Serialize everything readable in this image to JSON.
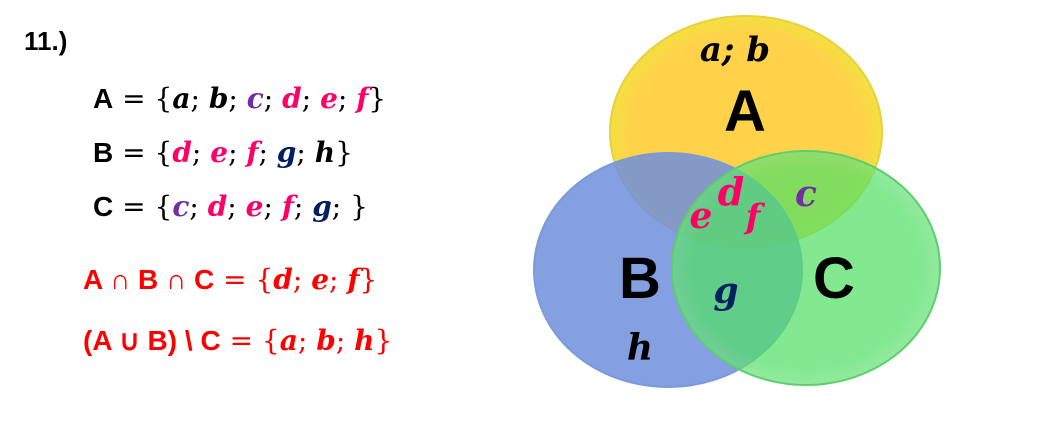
{
  "problem_number": "11.)",
  "sets": [
    {
      "name": "A",
      "elements": [
        {
          "v": "a",
          "c": "#000000"
        },
        {
          "v": "b",
          "c": "#000000"
        },
        {
          "v": "c",
          "c": "#7030a0"
        },
        {
          "v": "d",
          "c": "#ff0066"
        },
        {
          "v": "e",
          "c": "#ff0066"
        },
        {
          "v": "f",
          "c": "#ff0066"
        }
      ]
    },
    {
      "name": "B",
      "elements": [
        {
          "v": "d",
          "c": "#ff0066"
        },
        {
          "v": "e",
          "c": "#ff0066"
        },
        {
          "v": "f",
          "c": "#ff0066"
        },
        {
          "v": "g",
          "c": "#002060"
        },
        {
          "v": "h",
          "c": "#000000"
        }
      ]
    },
    {
      "name": "C",
      "elements": [
        {
          "v": "c",
          "c": "#7030a0"
        },
        {
          "v": "d",
          "c": "#ff0066"
        },
        {
          "v": "e",
          "c": "#ff0066"
        },
        {
          "v": "f",
          "c": "#ff0066"
        },
        {
          "v": "g",
          "c": "#002060"
        }
      ],
      "trailing_semicolon": true
    }
  ],
  "results": [
    {
      "lhs": "A ∩ B ∩ C",
      "elements": [
        "d",
        "e",
        "f"
      ]
    },
    {
      "lhs": "(A ∪ B) \\ C",
      "elements": [
        "a",
        "b",
        "h"
      ]
    }
  ],
  "venn": {
    "labels": {
      "A": "A",
      "B": "B",
      "C": "C"
    },
    "colors": {
      "A": "#ffd040",
      "B": "#7090e0",
      "C": "#50e070"
    },
    "regions": {
      "A_only": "a; b",
      "ABC_d": "d",
      "ABC_e": "e",
      "ABC_f": "f",
      "AC_only": "c",
      "BC_only": "g",
      "B_only": "h"
    }
  }
}
